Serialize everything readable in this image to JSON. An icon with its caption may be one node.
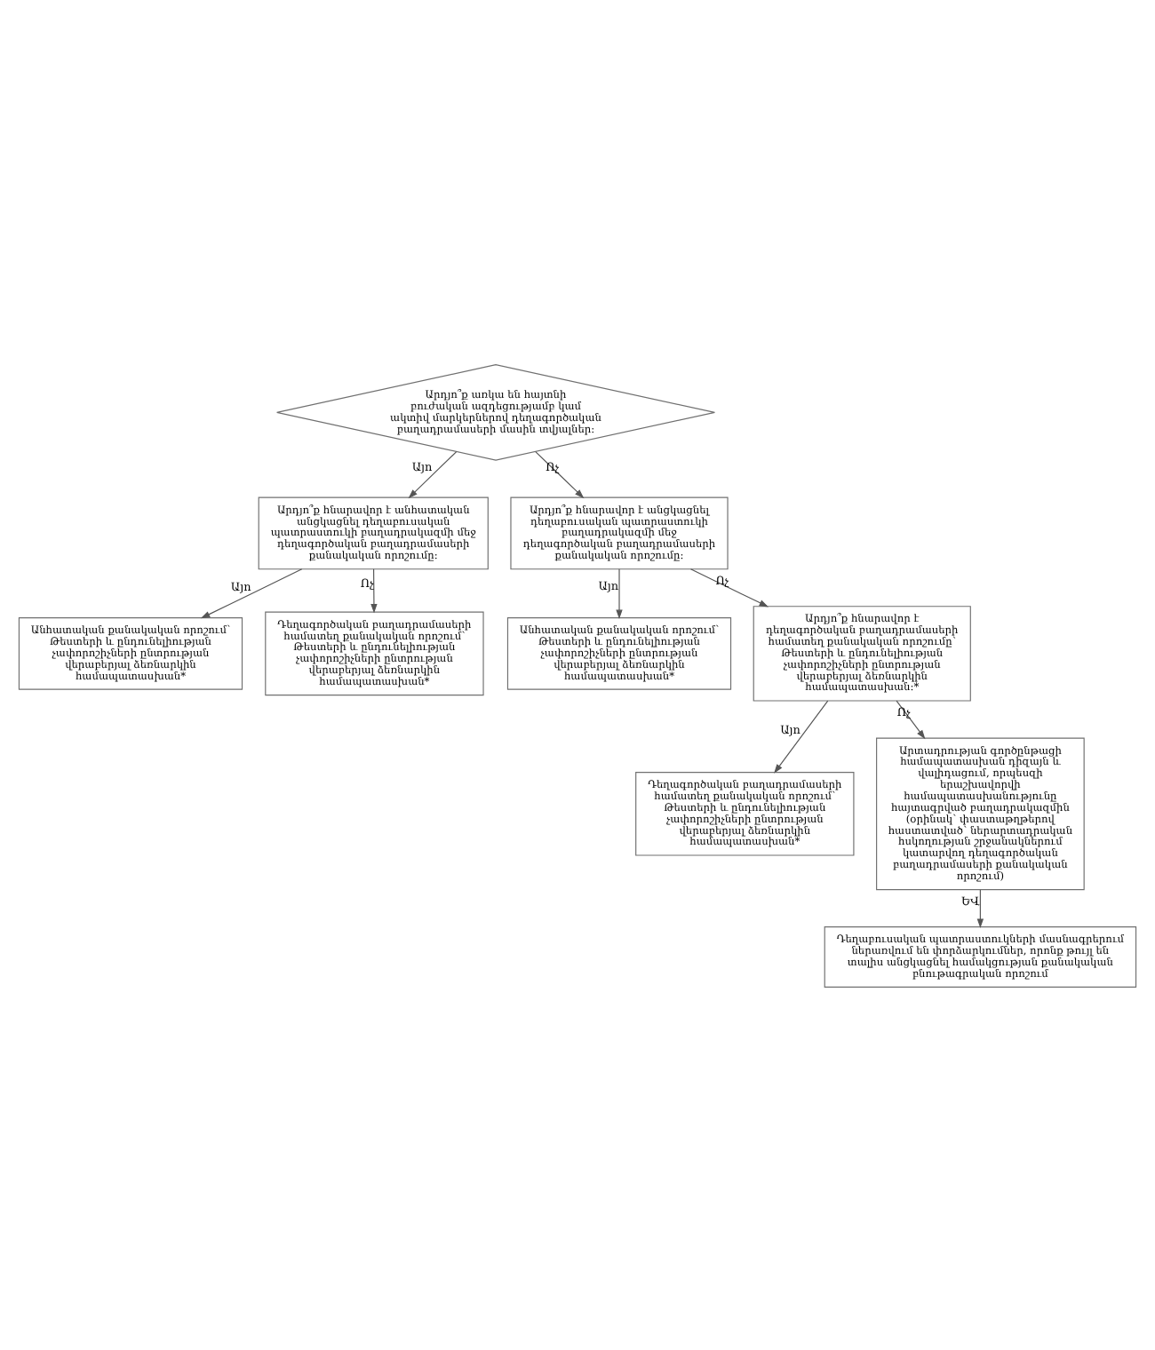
{
  "diagram": {
    "nodes": [
      {
        "text": [
          "Արդյո՞ք առկա են հայտնի բուժական ազդեցությամբ կամ ակտիվ մարկերներով դեղագործական բաղադրամասերի մասին տվյալներ:"
        ]
      },
      {
        "text": [
          "Արդյո՞ք հնարավոր է անհատական անցկացնել դեղաբուսական պատրաստուկի բաղադրակազմի մեջ դեղագործական բաղադրամասերի քանակական որոշումը:"
        ]
      },
      {
        "text": [
          "Արդյո՞ք հնարավոր է անցկացնել դեղաբուսական պատրաստուկի բաղադրակազմի մեջ դեղագործական բաղադրամասերի քանակական որոշումը:"
        ]
      },
      {
        "text": [
          "Անհատական քանակական որոշում՝ Թեստերի և ընդունելիության չափորոշիչների ընտրության վերաբերյալ ձեռնարկին համապատասխան*"
        ]
      },
      {
        "text": [
          "Դեղագործական բաղադրամասերի համատեղ քանակական որոշում՝ Թեստերի և ընդունելիության չափորոշիչների ընտրության վերաբերյալ ձեռնարկին համապատասխան*"
        ]
      },
      {
        "text": [
          "Անհատական քանակական որոշում՝ Թեստերի և ընդունելիության չափորոշիչների ընտրության վերաբերյալ ձեռնարկին համապատասխան*"
        ]
      },
      {
        "text": [
          "Արդյո՞ք հնարավոր է դեղագործական բաղադրամասերի համատեղ քանակական որոշումը՝ Թեստերի և ընդունելիության չափորոշիչների ընտրության վերաբերյալ ձեռնարկին համապատասխան:*"
        ]
      },
      {
        "text": [
          "Դեղագործական բաղադրամասերի համատեղ քանակական որոշում՝ Թեստերի և ընդունելիության չափորոշիչների ընտրության վերաբերյալ ձեռնարկին համապատասխան*"
        ]
      },
      {
        "text": [
          "Արտադրության գործընթացի համապատասխան դիզայն և վալիդացում, որպեսզի երաշխավորվի համապատասխանությունը հայտագրված բաղադրակազմին (օրինակ՝ փաստաթղթերով հաստատված՝ ներարտադրական հսկողության շրջանակներում կատարվող դեղագործական բաղադրամասերի քանակական որոշում)"
        ]
      },
      {
        "text": [
          "Դեղաբուսական պատրաստուկների մասնագրերում ներառվում են փորձարկումներ, որոնք թույլ են տալիս անցկացնել համակցության քանակական բնութագրական որոշում"
        ]
      }
    ],
    "edges": [
      {
        "from": 0,
        "to": 1,
        "arrow": "to",
        "label": "Այո"
      },
      {
        "from": 0,
        "to": 2,
        "arrow": "to",
        "label": "Ոչ"
      },
      {
        "from": 1,
        "to": 3,
        "arrow": "to",
        "label": "Այո"
      },
      {
        "from": 1,
        "to": 4,
        "arrow": "to",
        "label": "Ոչ"
      },
      {
        "from": 2,
        "to": 5,
        "arrow": "to",
        "label": "Այո"
      },
      {
        "from": 2,
        "to": 6,
        "arrow": "to",
        "label": "Ոչ"
      },
      {
        "from": 6,
        "to": 7,
        "arrow": "to",
        "label": "Այո"
      },
      {
        "from": 6,
        "to": 8,
        "arrow": "to",
        "label": "Ոչ"
      },
      {
        "from": 8,
        "to": 9,
        "arrow": "to",
        "label": "ԵՎ"
      }
    ]
  }
}
